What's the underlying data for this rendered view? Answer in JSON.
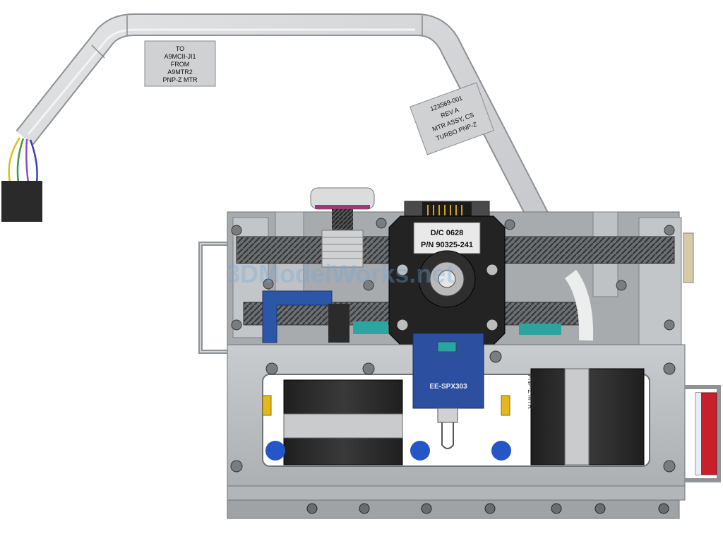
{
  "cable_tag_left": {
    "lines": [
      "TO",
      "A9MCII-JI1",
      "FROM",
      "A9MTR2",
      "PNP-Z MTR"
    ]
  },
  "cable_tag_right": {
    "lines": [
      "123569-001",
      "REV A",
      "MTR ASSY, CS",
      "TURBO PNP-Z"
    ]
  },
  "motor_label": {
    "lines": [
      "D/C 0628",
      "P/N 90325-241"
    ]
  },
  "sensor_label": {
    "text": "EE-SPX303"
  },
  "side_label": {
    "text": "PNP-Z MTR"
  },
  "watermark": {
    "text": "3DModelWorks.net"
  },
  "colors": {
    "frame": "#b9bcbf",
    "frame_dark": "#8f9396",
    "motor_body": "#2b2b2b",
    "bracket_blue": "#2c56a8",
    "cable": "#cfd1d3",
    "handle_red": "#c8202a",
    "connector": "#2a2a2a",
    "wire_yellow": "#d8c21a",
    "wire_green": "#3f9a3a",
    "wire_purple": "#8a4fc2",
    "wire_blue": "#3a3fb8"
  }
}
